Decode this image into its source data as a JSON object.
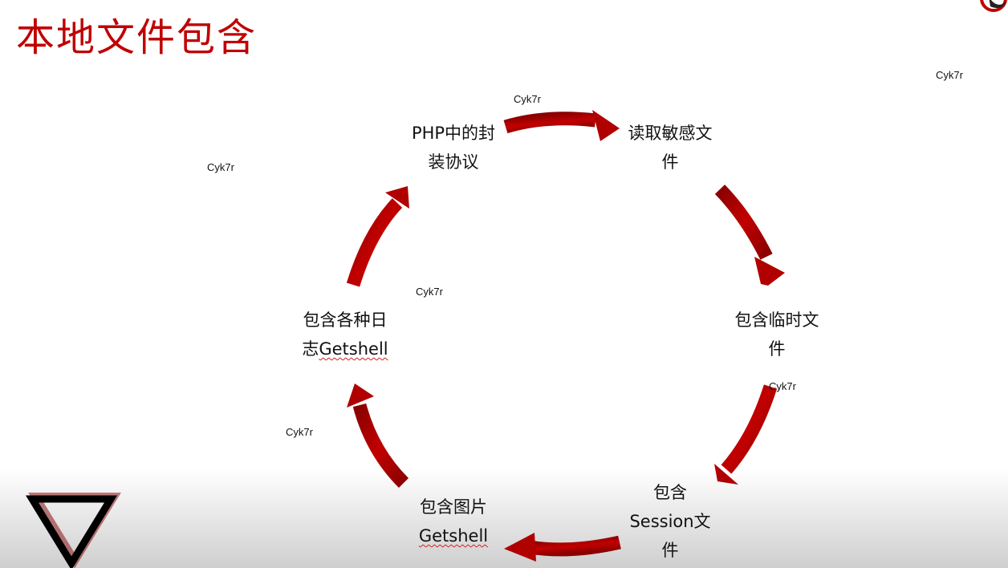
{
  "title": "本地文件包含",
  "nodes": {
    "php_wrapper": {
      "line1": "PHP中的封",
      "line2": "装协议"
    },
    "sensitive_file": {
      "line1": "读取敏感文",
      "line2": "件"
    },
    "temp_file": {
      "line1": "包含临时文",
      "line2": "件"
    },
    "session_file": {
      "line1": "包含",
      "line2": "Session文",
      "line3": "件"
    },
    "image_getshell": {
      "line1": "包含图片",
      "line2": "Getshell"
    },
    "log_getshell": {
      "line1": "包含各种日",
      "line2_prefix": "志",
      "line2_suffix": "Getshell"
    }
  },
  "watermarks": [
    "Cyk7r",
    "Cyk7r",
    "Cyk7r",
    "Cyk7r",
    "Cyk7r",
    "Cyk7r"
  ],
  "colors": {
    "accent": "#c00000",
    "arrow": "#b00000",
    "arrow_dark": "#6b0000"
  }
}
